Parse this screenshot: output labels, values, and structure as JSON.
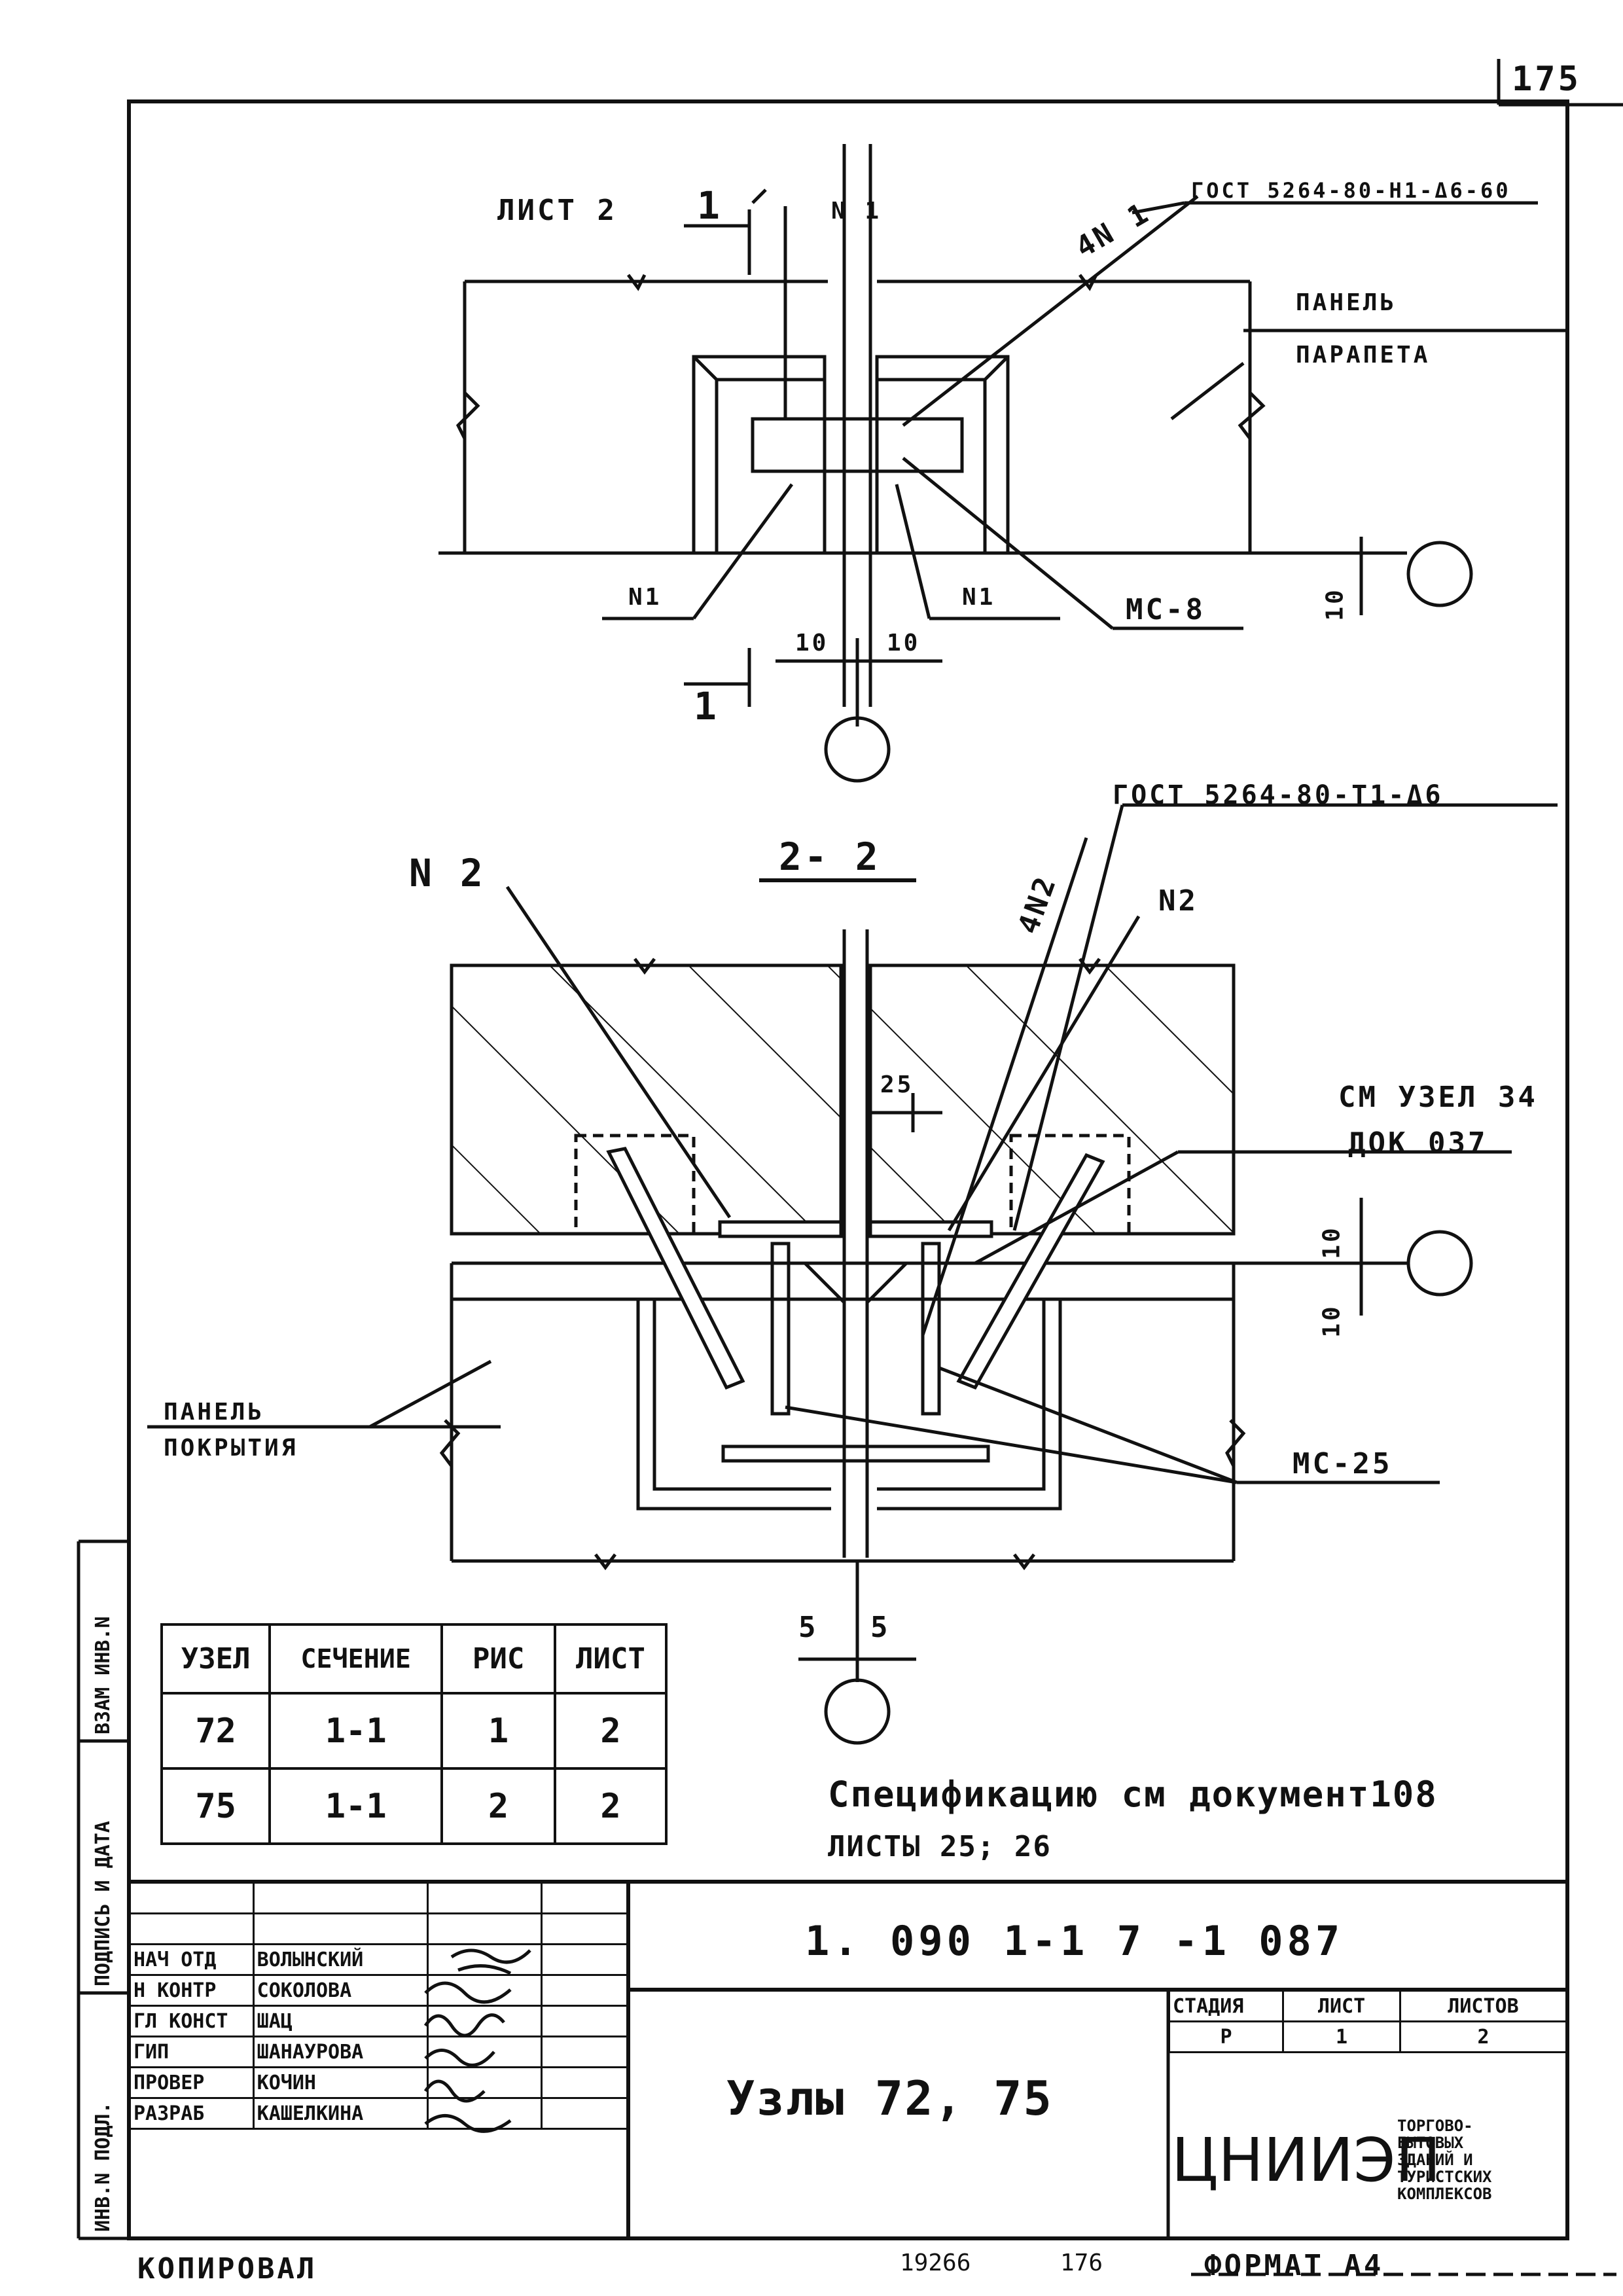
{
  "page_number": "175",
  "plan": {
    "sheet_ref": "ЛИСТ 2",
    "section_mark": "1",
    "n1_top": "N 1",
    "qty_n1": "4N 1",
    "gost_top": "ГОСТ 5264-80-Н1-Δ6-60",
    "panel_label_1": "ПАНЕЛЬ",
    "panel_label_2": "ПАРАПЕТА",
    "n1_left": "N1",
    "n1_right": "N1",
    "mc8": "МС-8",
    "dim_10_vert": "10",
    "dim_10_left": "10",
    "dim_10_right": "10"
  },
  "section": {
    "title": "2- 2",
    "n2_left": "N 2",
    "qty_n2": "4N2",
    "n2_right": "N2",
    "gost": "ГОСТ 5264-80-Т1-Δ6",
    "dim_25": "25",
    "ref_1": "СМ УЗЕЛ 34",
    "ref_2": "ДОК 037",
    "dim_10_a": "10",
    "dim_10_b": "10",
    "panel_label_1": "ПАНЕЛЬ",
    "panel_label_2": "ПОКРЫТИЯ",
    "mc25": "МС-25",
    "dim_5_left": "5",
    "dim_5_right": "5"
  },
  "node_table": {
    "headers": [
      "УЗЕЛ",
      "СЕЧЕНИЕ",
      "РИС",
      "ЛИСТ"
    ],
    "rows": [
      [
        "72",
        "1-1",
        "1",
        "2"
      ],
      [
        "75",
        "1-1",
        "2",
        "2"
      ]
    ]
  },
  "spec_note": {
    "line1": "Спецификацию см документ108",
    "line2": "ЛИСТЫ 25; 26"
  },
  "side_labels": {
    "vzam": "ВЗАМ ИНВ.N",
    "podpis": "ПОДПИСЬ И ДАТА",
    "inv": "ИНВ.N ПОДЛ."
  },
  "title_block": {
    "doc_code": "1. 090 1-1 7 -1 087",
    "title": "Узлы 72, 75",
    "roles": [
      "НАЧ ОТД",
      "Н КОНТР",
      "ГЛ КОНСТ",
      "ГИП",
      "ПРОВЕР",
      "РАЗРАБ"
    ],
    "names": [
      "ВОЛЫНСКИЙ",
      "СОКОЛОВА",
      "ШАЦ",
      "ШАНАУРОВА",
      "КОЧИН",
      "КАШЕЛКИНА"
    ],
    "stage_header": "СТАДИЯ",
    "sheet_header": "ЛИСТ",
    "sheets_header": "ЛИСТОВ",
    "stage": "Р",
    "sheet": "1",
    "sheets": "2",
    "org": "ЦНИИЭП",
    "org_desc": [
      "ТОРГОВО-",
      "БЫТОВЫХ",
      "ЗДАНИЙ И",
      "ТУРИСТСКИХ",
      "КОМПЛЕКСОВ"
    ]
  },
  "footer": {
    "copied": "КОПИРОВАЛ",
    "num1": "19266",
    "num2": "176",
    "format": "ФОРМАТ А4"
  }
}
